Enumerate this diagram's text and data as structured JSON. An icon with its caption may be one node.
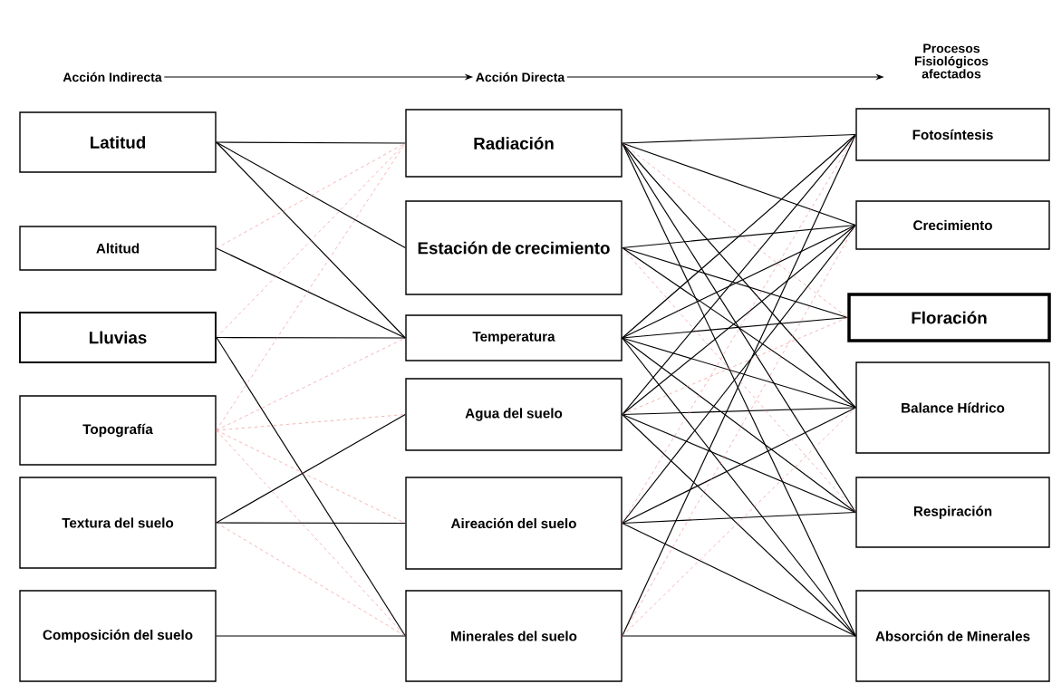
{
  "diagram": {
    "nodes": [
      {
        "text": [
          "Latitud"
        ]
      },
      {
        "text": [
          "Altitud"
        ]
      },
      {
        "text": [
          "Lluvias"
        ]
      },
      {
        "text": [
          "Topografía"
        ]
      },
      {
        "text": [
          "Textura del suelo"
        ]
      },
      {
        "text": [
          "Composición del suelo"
        ]
      },
      {
        "text": [
          "Radiación"
        ]
      },
      {
        "text": [
          "Estación de crecimiento"
        ]
      },
      {
        "text": [
          "Temperatura"
        ]
      },
      {
        "text": [
          "Agua del suelo"
        ]
      },
      {
        "text": [
          "Aireación del suelo"
        ]
      },
      {
        "text": [
          "Minerales del suelo"
        ]
      },
      {
        "text": [
          "Fotosíntesis"
        ]
      },
      {
        "text": [
          "Crecimiento"
        ]
      },
      {
        "text": [
          "Floración"
        ]
      },
      {
        "text": [
          "Balance Hídrico"
        ]
      },
      {
        "text": [
          "Respiración"
        ]
      },
      {
        "text": [
          "Absorción de Minerales"
        ]
      },
      {
        "text": [
          "Acción Indirecta"
        ]
      },
      {
        "text": [
          "Acción Directa"
        ]
      },
      {
        "text": [
          "Procesos Fisiológicos afectados"
        ]
      }
    ],
    "edges": [
      {
        "from": 0,
        "to": 6,
        "arrow": "none"
      },
      {
        "from": 0,
        "to": 7,
        "arrow": "none"
      },
      {
        "from": 0,
        "to": 8,
        "arrow": "none"
      },
      {
        "from": 1,
        "to": 8,
        "arrow": "none"
      },
      {
        "from": 2,
        "to": 8,
        "arrow": "none"
      },
      {
        "from": 2,
        "to": 11,
        "arrow": "none"
      },
      {
        "from": 4,
        "to": 9,
        "arrow": "none"
      },
      {
        "from": 4,
        "to": 10,
        "arrow": "none"
      },
      {
        "from": 5,
        "to": 11,
        "arrow": "none"
      },
      {
        "from": 1,
        "to": 6,
        "arrow": "none",
        "style": "dashed",
        "color": "#f08080"
      },
      {
        "from": 2,
        "to": 6,
        "arrow": "none",
        "style": "dashed",
        "color": "#f08080"
      },
      {
        "from": 3,
        "to": 6,
        "arrow": "none",
        "style": "dashed",
        "color": "#f08080"
      },
      {
        "from": 3,
        "to": 8,
        "arrow": "none",
        "style": "dashed",
        "color": "#f08080"
      },
      {
        "from": 3,
        "to": 9,
        "arrow": "none",
        "style": "dashed",
        "color": "#f08080"
      },
      {
        "from": 3,
        "to": 10,
        "arrow": "none",
        "style": "dashed",
        "color": "#f08080"
      },
      {
        "from": 3,
        "to": 11,
        "arrow": "none",
        "style": "dashed",
        "color": "#f08080"
      },
      {
        "from": 4,
        "to": 11,
        "arrow": "none",
        "style": "dashed",
        "color": "#f08080"
      },
      {
        "from": 6,
        "to": 12,
        "arrow": "none"
      },
      {
        "from": 6,
        "to": 13,
        "arrow": "none"
      },
      {
        "from": 6,
        "to": 15,
        "arrow": "none"
      },
      {
        "from": 6,
        "to": 16,
        "arrow": "none"
      },
      {
        "from": 6,
        "to": 17,
        "arrow": "none"
      },
      {
        "from": 7,
        "to": 13,
        "arrow": "none"
      },
      {
        "from": 7,
        "to": 14,
        "arrow": "none"
      },
      {
        "from": 7,
        "to": 15,
        "arrow": "none"
      },
      {
        "from": 8,
        "to": 12,
        "arrow": "none"
      },
      {
        "from": 8,
        "to": 13,
        "arrow": "none"
      },
      {
        "from": 8,
        "to": 14,
        "arrow": "none"
      },
      {
        "from": 8,
        "to": 15,
        "arrow": "none"
      },
      {
        "from": 8,
        "to": 16,
        "arrow": "none"
      },
      {
        "from": 8,
        "to": 17,
        "arrow": "none"
      },
      {
        "from": 9,
        "to": 12,
        "arrow": "none"
      },
      {
        "from": 9,
        "to": 13,
        "arrow": "none"
      },
      {
        "from": 9,
        "to": 15,
        "arrow": "none"
      },
      {
        "from": 9,
        "to": 16,
        "arrow": "none"
      },
      {
        "from": 9,
        "to": 17,
        "arrow": "none"
      },
      {
        "from": 10,
        "to": 13,
        "arrow": "none"
      },
      {
        "from": 10,
        "to": 15,
        "arrow": "none"
      },
      {
        "from": 10,
        "to": 16,
        "arrow": "none"
      },
      {
        "from": 10,
        "to": 17,
        "arrow": "none"
      },
      {
        "from": 11,
        "to": 12,
        "arrow": "none"
      },
      {
        "from": 11,
        "to": 17,
        "arrow": "none"
      },
      {
        "from": 6,
        "to": 14,
        "arrow": "none",
        "style": "dashed",
        "color": "#f08080"
      },
      {
        "from": 7,
        "to": 16,
        "arrow": "none",
        "style": "dashed",
        "color": "#f08080"
      },
      {
        "from": 9,
        "to": 14,
        "arrow": "none",
        "style": "dashed",
        "color": "#f08080"
      },
      {
        "from": 10,
        "to": 12,
        "arrow": "none",
        "style": "dashed",
        "color": "#f08080"
      },
      {
        "from": 11,
        "to": 13,
        "arrow": "none",
        "style": "dashed",
        "color": "#f08080"
      },
      {
        "from": 11,
        "to": 15,
        "arrow": "none",
        "style": "dashed",
        "color": "#f08080"
      },
      {
        "from": 18,
        "to": 19,
        "arrow": "to"
      },
      {
        "from": 19,
        "to": 20,
        "arrow": "to"
      }
    ]
  }
}
